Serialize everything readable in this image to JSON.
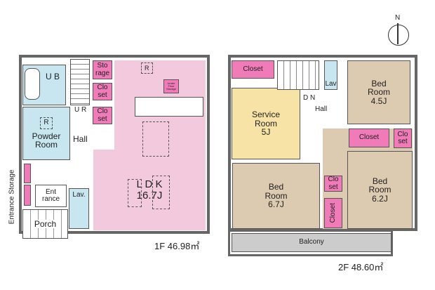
{
  "floor1": {
    "label": "1F 46.98㎡",
    "rooms": {
      "ub": "U B",
      "powder": "Powder Room",
      "storage": "Sto rage",
      "closet_a": "Clo set",
      "closet_b": "Clo set",
      "ldk": "L D K",
      "ldk_size": "16.7J",
      "hall": "Hall",
      "up": "U R",
      "entrance": "Ent rance",
      "lav": "Lav.",
      "porch": "Porch",
      "entrance_storage": "Entrance Storage",
      "underfloor": "Under Floor Storage",
      "r_mark": "R",
      "r_mark2": "R"
    }
  },
  "floor2": {
    "label": "2F 48.60㎡",
    "rooms": {
      "closet_top": "Closet",
      "service": "Service Room",
      "service_size": "5J",
      "lav": "Lav",
      "dn": "D N",
      "hall": "Hall",
      "bed45": "Bed Room",
      "bed45_size": "4.5J",
      "closet_mid": "Closet",
      "closet_small": "Clo set",
      "bed67": "Bed Room",
      "bed67_size": "6.7J",
      "closet_c": "Clo set",
      "closet_v": "Closet",
      "bed62": "Bed Room",
      "bed62_size": "6.2J",
      "balcony": "Balcony"
    }
  },
  "compass": {
    "label": "N"
  }
}
